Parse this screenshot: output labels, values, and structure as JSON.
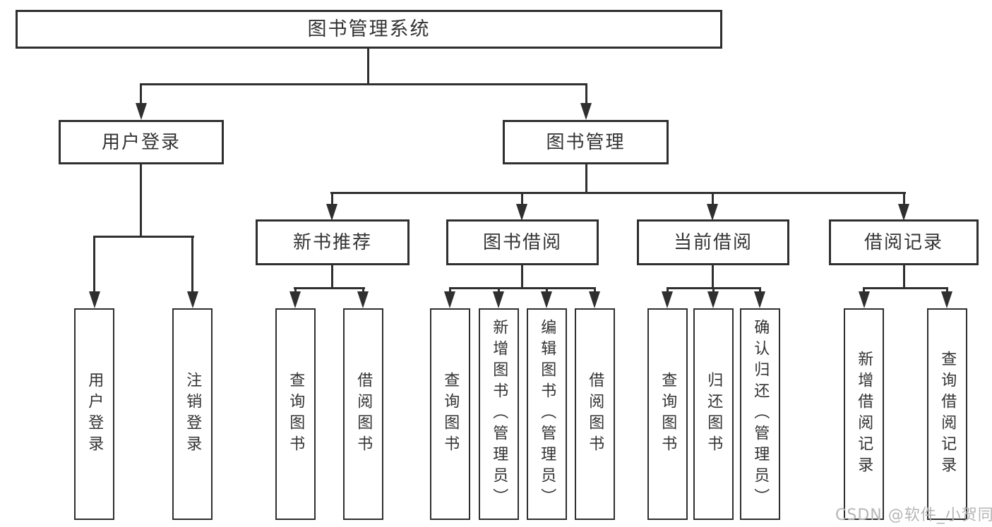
{
  "tree": {
    "root": {
      "label": "图书管理系统"
    },
    "branches": [
      {
        "label": "用户登录",
        "children": [
          {
            "label": "用户登录"
          },
          {
            "label": "注销登录"
          }
        ]
      },
      {
        "label": "图书管理",
        "children": [
          {
            "label": "新书推荐",
            "children": [
              {
                "label": "查询图书"
              },
              {
                "label": "借阅图书"
              }
            ]
          },
          {
            "label": "图书借阅",
            "children": [
              {
                "label": "查询图书"
              },
              {
                "label": "新增图书（管理员）"
              },
              {
                "label": "编辑图书（管理员）"
              },
              {
                "label": "借阅图书"
              }
            ]
          },
          {
            "label": "当前借阅",
            "children": [
              {
                "label": "查询图书"
              },
              {
                "label": "归还图书"
              },
              {
                "label": "确认归还（管理员）"
              }
            ]
          },
          {
            "label": "借阅记录",
            "children": [
              {
                "label": "新增借阅记录"
              },
              {
                "label": "查询借阅记录"
              }
            ]
          }
        ]
      }
    ]
  },
  "watermark": "CSDN @软件_小贺同学",
  "colors": {
    "line": "#2f2f2f",
    "box_bg": "#ffffff",
    "text": "#333333",
    "watermark": "#b6b6b6"
  }
}
